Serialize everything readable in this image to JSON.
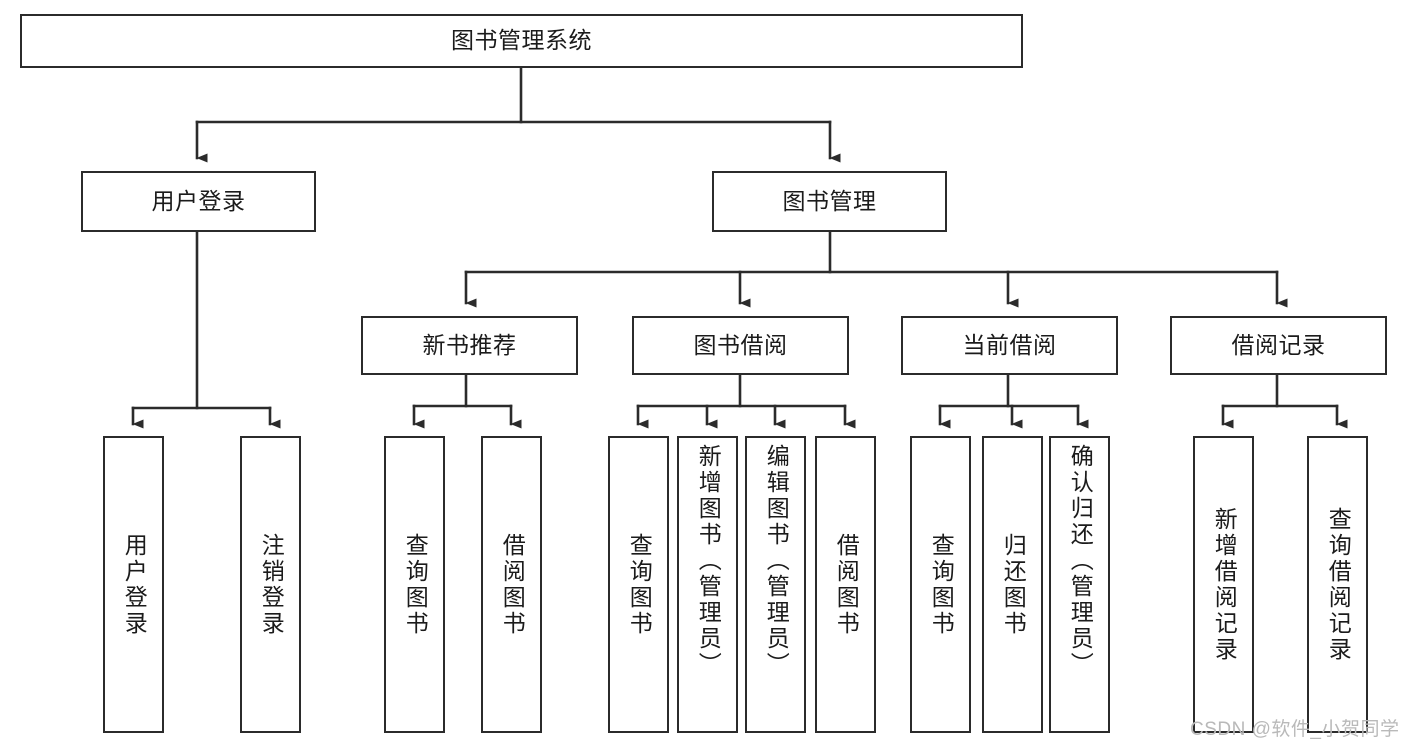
{
  "diagram": {
    "title": "图书管理系统",
    "type": "tree-hierarchy-diagram",
    "watermark": "CSDN @软件_小贺同学",
    "colors": {
      "box_border": "#2b2b2b",
      "box_fill": "#ffffff",
      "connector": "#2b2b2b",
      "text": "#1b1b1b",
      "watermark": "#b9b9b9",
      "background": "#ffffff"
    },
    "root": {
      "id": "root",
      "label": "图书管理系统"
    },
    "level2": [
      {
        "id": "user-login",
        "label": "用户登录"
      },
      {
        "id": "book-management",
        "label": "图书管理"
      }
    ],
    "level3": [
      {
        "id": "new-book-recommend",
        "label": "新书推荐",
        "parent": "book-management"
      },
      {
        "id": "book-borrow",
        "label": "图书借阅",
        "parent": "book-management"
      },
      {
        "id": "current-borrow",
        "label": "当前借阅",
        "parent": "book-management"
      },
      {
        "id": "borrow-record",
        "label": "借阅记录",
        "parent": "book-management"
      }
    ],
    "leaves": [
      {
        "id": "leaf-user-login",
        "label": "用户登录",
        "parent": "user-login"
      },
      {
        "id": "leaf-logout-login",
        "label": "注销登录",
        "parent": "user-login"
      },
      {
        "id": "leaf-query-book-1",
        "label": "查询图书",
        "parent": "new-book-recommend"
      },
      {
        "id": "leaf-borrow-book-1",
        "label": "借阅图书",
        "parent": "new-book-recommend"
      },
      {
        "id": "leaf-query-book-2",
        "label": "查询图书",
        "parent": "book-borrow"
      },
      {
        "id": "leaf-add-book",
        "label": "新增图书（管理员）",
        "parent": "book-borrow"
      },
      {
        "id": "leaf-edit-book",
        "label": "编辑图书（管理员）",
        "parent": "book-borrow"
      },
      {
        "id": "leaf-borrow-book-2",
        "label": "借阅图书",
        "parent": "book-borrow"
      },
      {
        "id": "leaf-query-book-3",
        "label": "查询图书",
        "parent": "current-borrow"
      },
      {
        "id": "leaf-return-book",
        "label": "归还图书",
        "parent": "current-borrow"
      },
      {
        "id": "leaf-confirm-return",
        "label": "确认归还（管理员）",
        "parent": "current-borrow"
      },
      {
        "id": "leaf-add-record",
        "label": "新增借阅记录",
        "parent": "borrow-record"
      },
      {
        "id": "leaf-query-record",
        "label": "查询借阅记录",
        "parent": "borrow-record"
      }
    ]
  }
}
